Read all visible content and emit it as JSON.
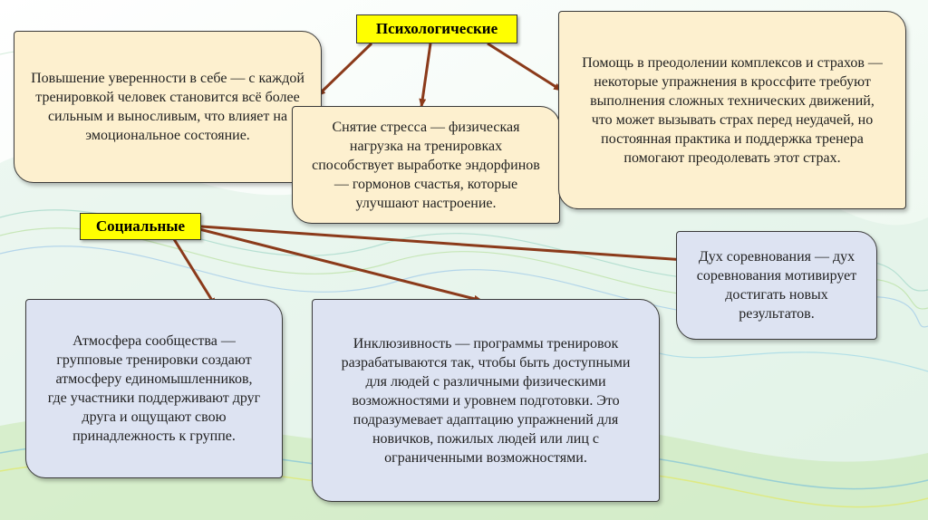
{
  "labels": {
    "psychological": "Психологические",
    "social": "Социальные"
  },
  "boxes": {
    "confidence": "Повышение уверенности в себе — с каждой тренировкой человек становится всё более сильным и выносливым, что влияет на эмоциональное состояние.",
    "stress": "Снятие стресса — физическая нагрузка на тренировках способствует выработке эндорфинов — гормонов счастья, которые улучшают настроение.",
    "complexes": "Помощь в преодолении комплексов и страхов — некоторые упражнения в кроссфите требуют выполнения сложных технических движений, что может вызывать страх перед неудачей, но постоянная практика и поддержка тренера помогают преодолевать этот страх.",
    "competition": "Дух соревнования — дух соревнования мотивирует достигать новых результатов.",
    "community": "Атмосфера сообщества — групповые тренировки создают атмосферу единомышленников, где участники поддерживают друг друга и ощущают свою принадлежность к группе.",
    "inclusivity": "Инклюзивность — программы тренировок разрабатываются так, чтобы быть доступными для людей с различными физическими возможностями и уровнем подготовки. Это подразумевает адаптацию упражнений для новичков, пожилых людей или лиц с ограниченными возможностями."
  },
  "colors": {
    "arrow": "#8b3a1a",
    "label_bg": "#ffff00",
    "beige_box": "#fdf0cf",
    "blue_box": "#dde3f2"
  }
}
